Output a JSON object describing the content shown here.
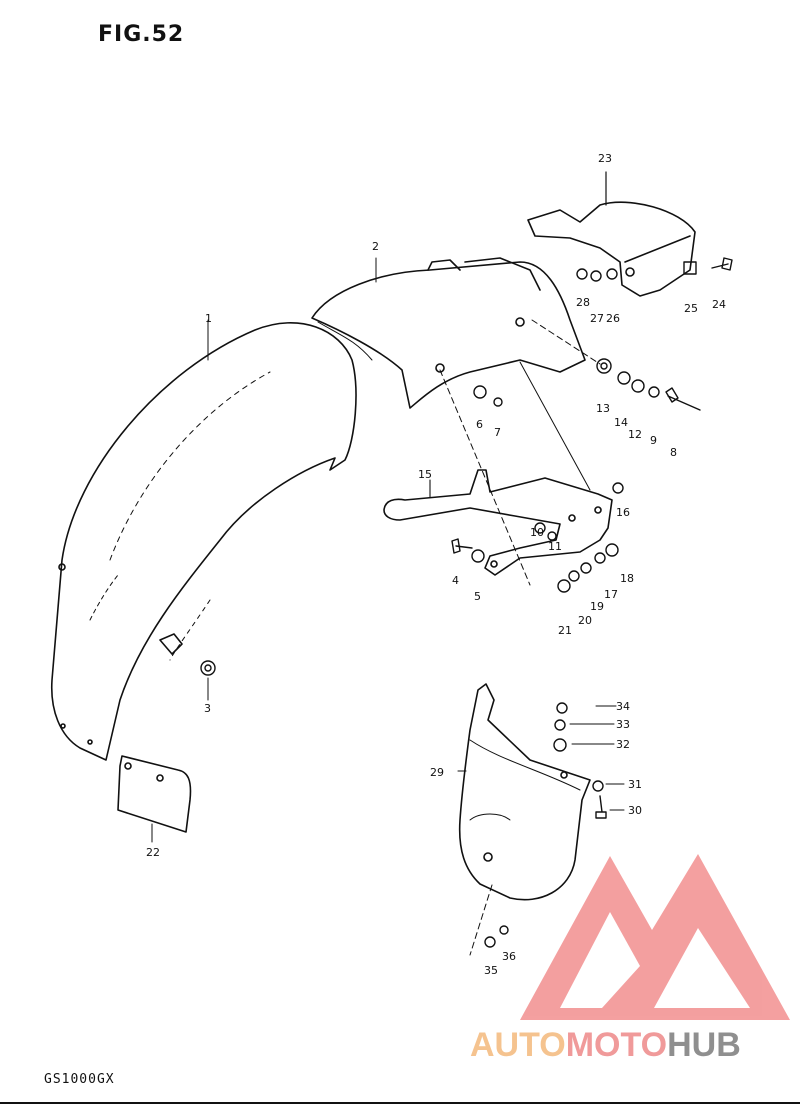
{
  "figure": {
    "title": "FIG.52",
    "model": "GS1000GX"
  },
  "callouts": [
    "1",
    "2",
    "3",
    "4",
    "5",
    "6",
    "7",
    "8",
    "9",
    "10",
    "11",
    "12",
    "13",
    "14",
    "15",
    "16",
    "17",
    "18",
    "19",
    "20",
    "21",
    "22",
    "23",
    "24",
    "25",
    "26",
    "27",
    "28",
    "29",
    "30",
    "31",
    "32",
    "33",
    "34",
    "35",
    "36"
  ],
  "watermark": {
    "part1": "AUTO",
    "part2": "MOTO",
    "part3": "HUB",
    "colors": {
      "auto": "#f5c38f",
      "moto": "#f09a9a",
      "hub": "#8f8f8f",
      "logo": "#f08080"
    }
  }
}
